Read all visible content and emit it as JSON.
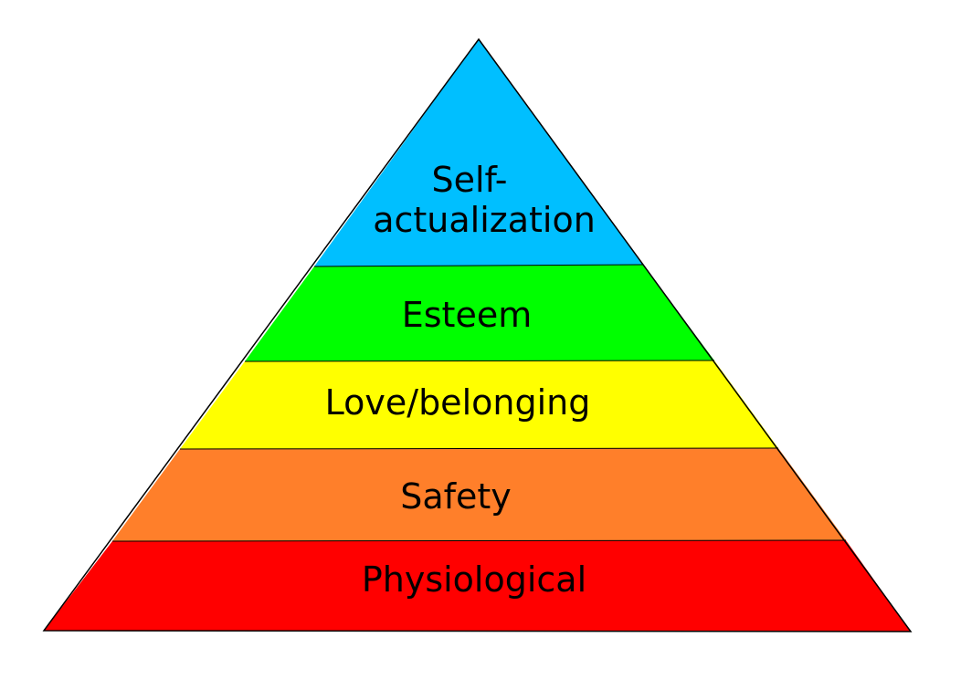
{
  "pyramid": {
    "layers": [
      {
        "label_lines": [
          "Self-",
          "actualization"
        ],
        "color": "#00BFFF"
      },
      {
        "label_lines": [
          "Esteem"
        ],
        "color": "#00FF00"
      },
      {
        "label_lines": [
          "Love/belonging"
        ],
        "color": "#FFFF00"
      },
      {
        "label_lines": [
          "Safety"
        ],
        "color": "#FF7F2A"
      },
      {
        "label_lines": [
          "Physiological"
        ],
        "color": "#FF0000"
      }
    ],
    "outline_color": "#000000"
  }
}
